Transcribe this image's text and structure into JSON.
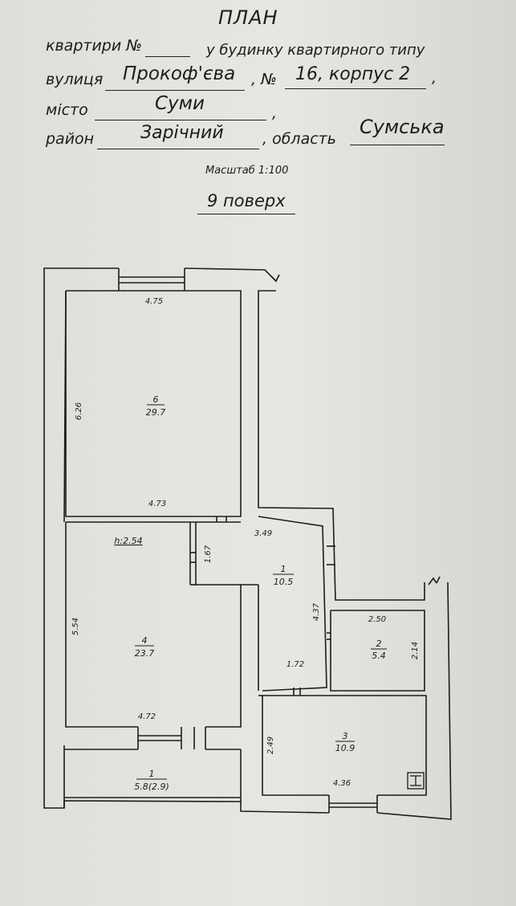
{
  "header": {
    "title": "ПЛАН",
    "apt_label": "квартири №",
    "apt_suffix": "у будинку квартирного типу",
    "street_label": "вулиця",
    "street_value": "Прокоф'єва",
    "no_label": ", №",
    "no_value": "16, корпус 2",
    "city_label": "місто",
    "city_value": "Суми",
    "district_label": "район",
    "district_value": "Зарічний",
    "region_label": ", область",
    "region_value": "Сумська",
    "scale": "Масштаб 1:100",
    "floor": "9 поверх",
    "comma1": ",",
    "comma2": ",",
    "comma3": ","
  },
  "plan": {
    "height_label": "h:2.54",
    "rooms": [
      {
        "id": "6",
        "area": "29.7"
      },
      {
        "id": "4",
        "area": "23.7"
      },
      {
        "id": "1",
        "area": "10.5"
      },
      {
        "id": "2",
        "area": "5.4"
      },
      {
        "id": "3",
        "area": "10.9"
      },
      {
        "id": "1",
        "area": "5.8(2.9)"
      }
    ],
    "dims": {
      "r6_top": "4.75",
      "r6_side": "6.26",
      "r6_bottom": "4.73",
      "r4_side": "5.54",
      "r4_bottom": "4.72",
      "hall_top": "3.49",
      "hall_small": "1.67",
      "hall_side": "4.37",
      "hall_bottom": "1.72",
      "r2_top": "2.50",
      "r2_side": "2.14",
      "r3_side": "2.49",
      "r3_bottom": "4.36"
    }
  },
  "colors": {
    "ink": "#1c1c1c",
    "paper": "#dededa"
  }
}
